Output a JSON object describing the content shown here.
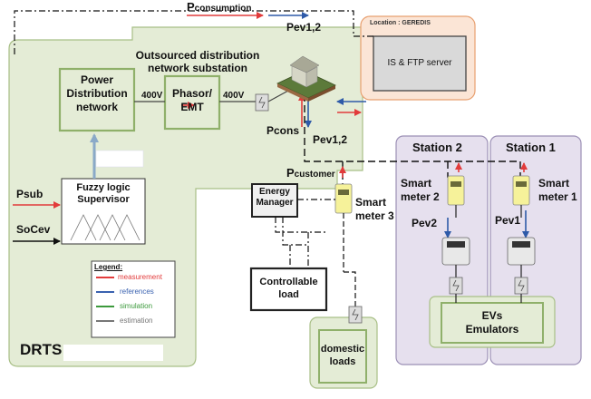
{
  "labels": {
    "p_consumption": "P",
    "p_consumption_sub": "consumption",
    "pev12_top": "Pev1,2",
    "location": "Location : GEREDIS",
    "server": "IS & FTP server",
    "substation": "Outsourced distribution\nnetwork substation",
    "power_distribution": "Power\nDistribution\nnetwork",
    "v400_left": "400V",
    "phasor": "Phasor/\nEMT",
    "v400_right": "400V",
    "p_cons": "Pcons",
    "pev12_mid": "Pev1,2",
    "p_customer": "P",
    "p_customer_sub": "customer",
    "station2": "Station 2",
    "station1": "Station 1",
    "smart_meter2": "Smart\nmeter 2",
    "smart_meter1": "Smart\nmeter 1",
    "pev2": "Pev2",
    "pev1": "Pev1",
    "energy_manager": "Energy\nManager",
    "smart_meter3": "Smart\nmeter 3",
    "controllable_load": "Controllable\nload",
    "domestic_loads": "domestic\nloads",
    "evs_emulators": "EVs\nEmulators",
    "psub": "Psub",
    "socev": "SoCev",
    "fuzzy": "Fuzzy logic\nSupervisor",
    "drts": "DRTS"
  },
  "legend": {
    "title": "Legend:",
    "items": [
      {
        "label": "measurement",
        "color": "#e23b3b"
      },
      {
        "label": "references",
        "color": "#3a62b0"
      },
      {
        "label": "simulation",
        "color": "#3c9a3c"
      },
      {
        "label": "estimation",
        "color": "#777777"
      }
    ]
  },
  "colors": {
    "drts_fill": "#e4ecd6",
    "drts_border": "#a8bf86",
    "green_box_border": "#8fb06a",
    "location_fill": "#fbe5d6",
    "location_border": "#e8a070",
    "station_fill": "#e6e0ee",
    "station_border": "#9b8fb5",
    "red": "#e23b3b",
    "blue": "#2e5aa8",
    "grey_arrow": "#8aa9c8"
  }
}
